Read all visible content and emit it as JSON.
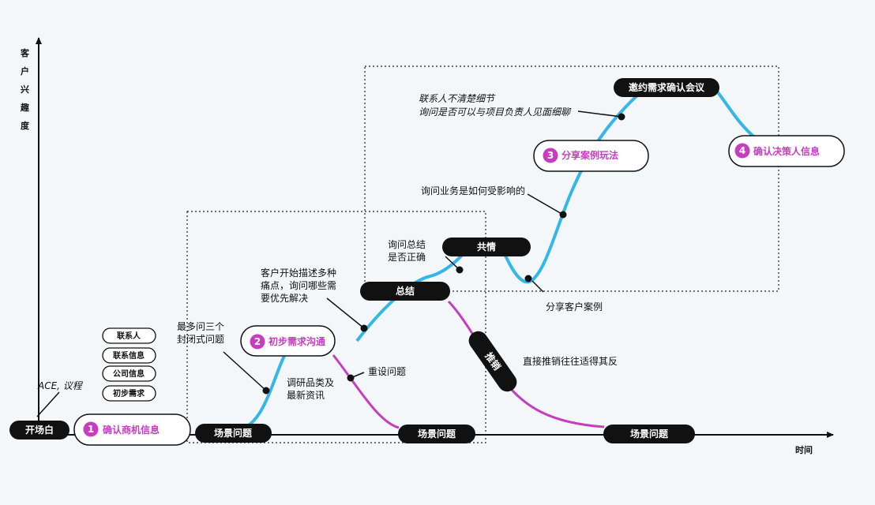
{
  "axis": {
    "y_label_chars": [
      "客",
      "户",
      "兴",
      "趣",
      "度"
    ],
    "x_label": "时间"
  },
  "colors": {
    "blue": "#36b6e6",
    "magenta": "#c63dbf",
    "dark": "#111111"
  },
  "pills": {
    "start": "开场白",
    "scene1": "场景问题",
    "scene2": "场景问题",
    "scene3": "场景问题",
    "summary": "总结",
    "empathy": "共情",
    "invite": "邀约需求确认会议",
    "push": "推销"
  },
  "stages": {
    "s1": {
      "num": "1",
      "label": "确认商机信息"
    },
    "s2": {
      "num": "2",
      "label": "初步需求沟通"
    },
    "s3": {
      "num": "3",
      "label": "分享案例玩法"
    },
    "s4": {
      "num": "4",
      "label": "确认决策人信息"
    }
  },
  "tags": [
    "联系人",
    "联系信息",
    "公司信息",
    "初步需求"
  ],
  "notes": {
    "ace": "ACE, 议程",
    "closed_q_1": "最多问三个",
    "closed_q_2": "封闭式问题",
    "research_1": "调研品类及",
    "research_2": "最新资讯",
    "reset": "重设问题",
    "pain_1": "客户开始描述多种",
    "pain_2": "痛点，询问哪些需",
    "pain_3": "要优先解决",
    "confirm_1": "询问总结",
    "confirm_2": "是否正确",
    "impact": "询问业务是如何受影响的",
    "share_case": "分享客户案例",
    "detail_1": "联系人不清楚细节",
    "detail_2": "询问是否可以与项目负责人见面细聊",
    "push_note": "直接推销往往适得其反"
  }
}
